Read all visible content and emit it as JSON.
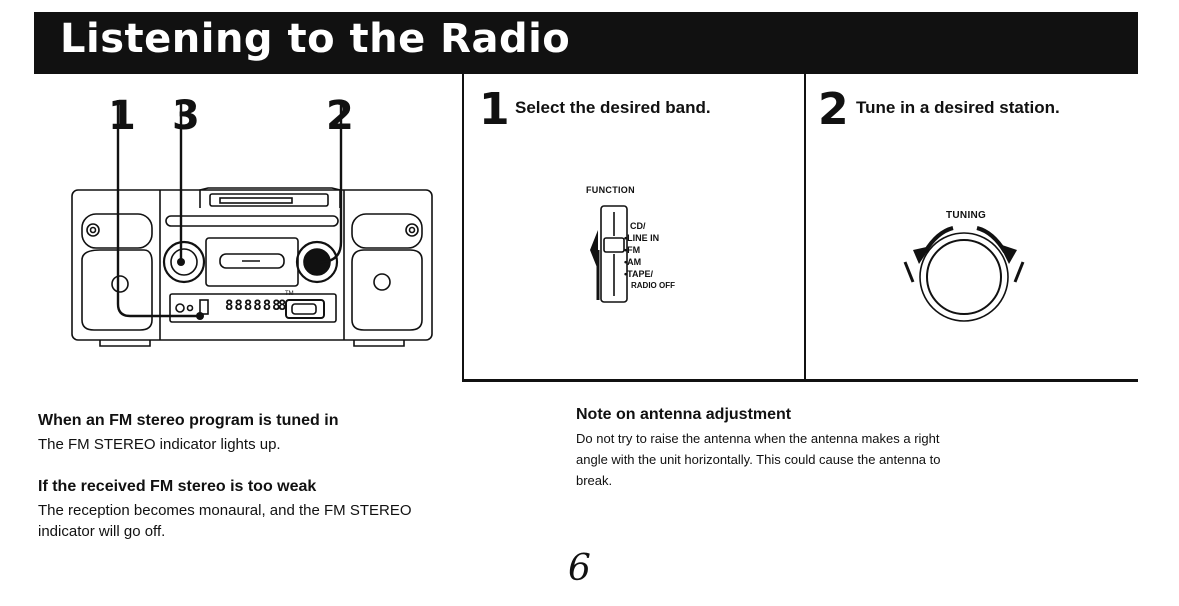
{
  "header": {
    "title": "Listening to the Radio"
  },
  "illustration": {
    "callouts": [
      "1",
      "3",
      "2"
    ],
    "display_digits": "888888",
    "display_suffix": "8",
    "tm_label": "TM"
  },
  "steps": [
    {
      "number": "1",
      "text": "Select the desired band.",
      "function_label": "FUNCTION",
      "bands": [
        {
          "label": "CD/",
          "dot": false
        },
        {
          "label": "LINE IN",
          "dot": true
        },
        {
          "label": "FM",
          "dot": true
        },
        {
          "label": "AM",
          "dot": true
        },
        {
          "label": "TAPE/",
          "dot": true
        },
        {
          "label": "RADIO OFF",
          "dot": false,
          "sub": true
        }
      ]
    },
    {
      "number": "2",
      "text": "Tune in a desired station.",
      "tuning_label": "TUNING"
    }
  ],
  "sections": [
    {
      "heading": "When an FM stereo program is tuned in",
      "body": "The FM STEREO indicator lights up."
    },
    {
      "heading": "If the received FM stereo is too weak",
      "body_line1": "The reception becomes monaural, and the FM STEREO",
      "body_line2": "indicator will go off."
    }
  ],
  "note": {
    "heading": "Note on antenna adjustment",
    "line1": "Do not try to raise the antenna when the antenna makes a right",
    "line2": "angle with the unit horizontally. This could cause the antenna to",
    "line3": "break."
  },
  "footer": {
    "page_number": "6"
  }
}
